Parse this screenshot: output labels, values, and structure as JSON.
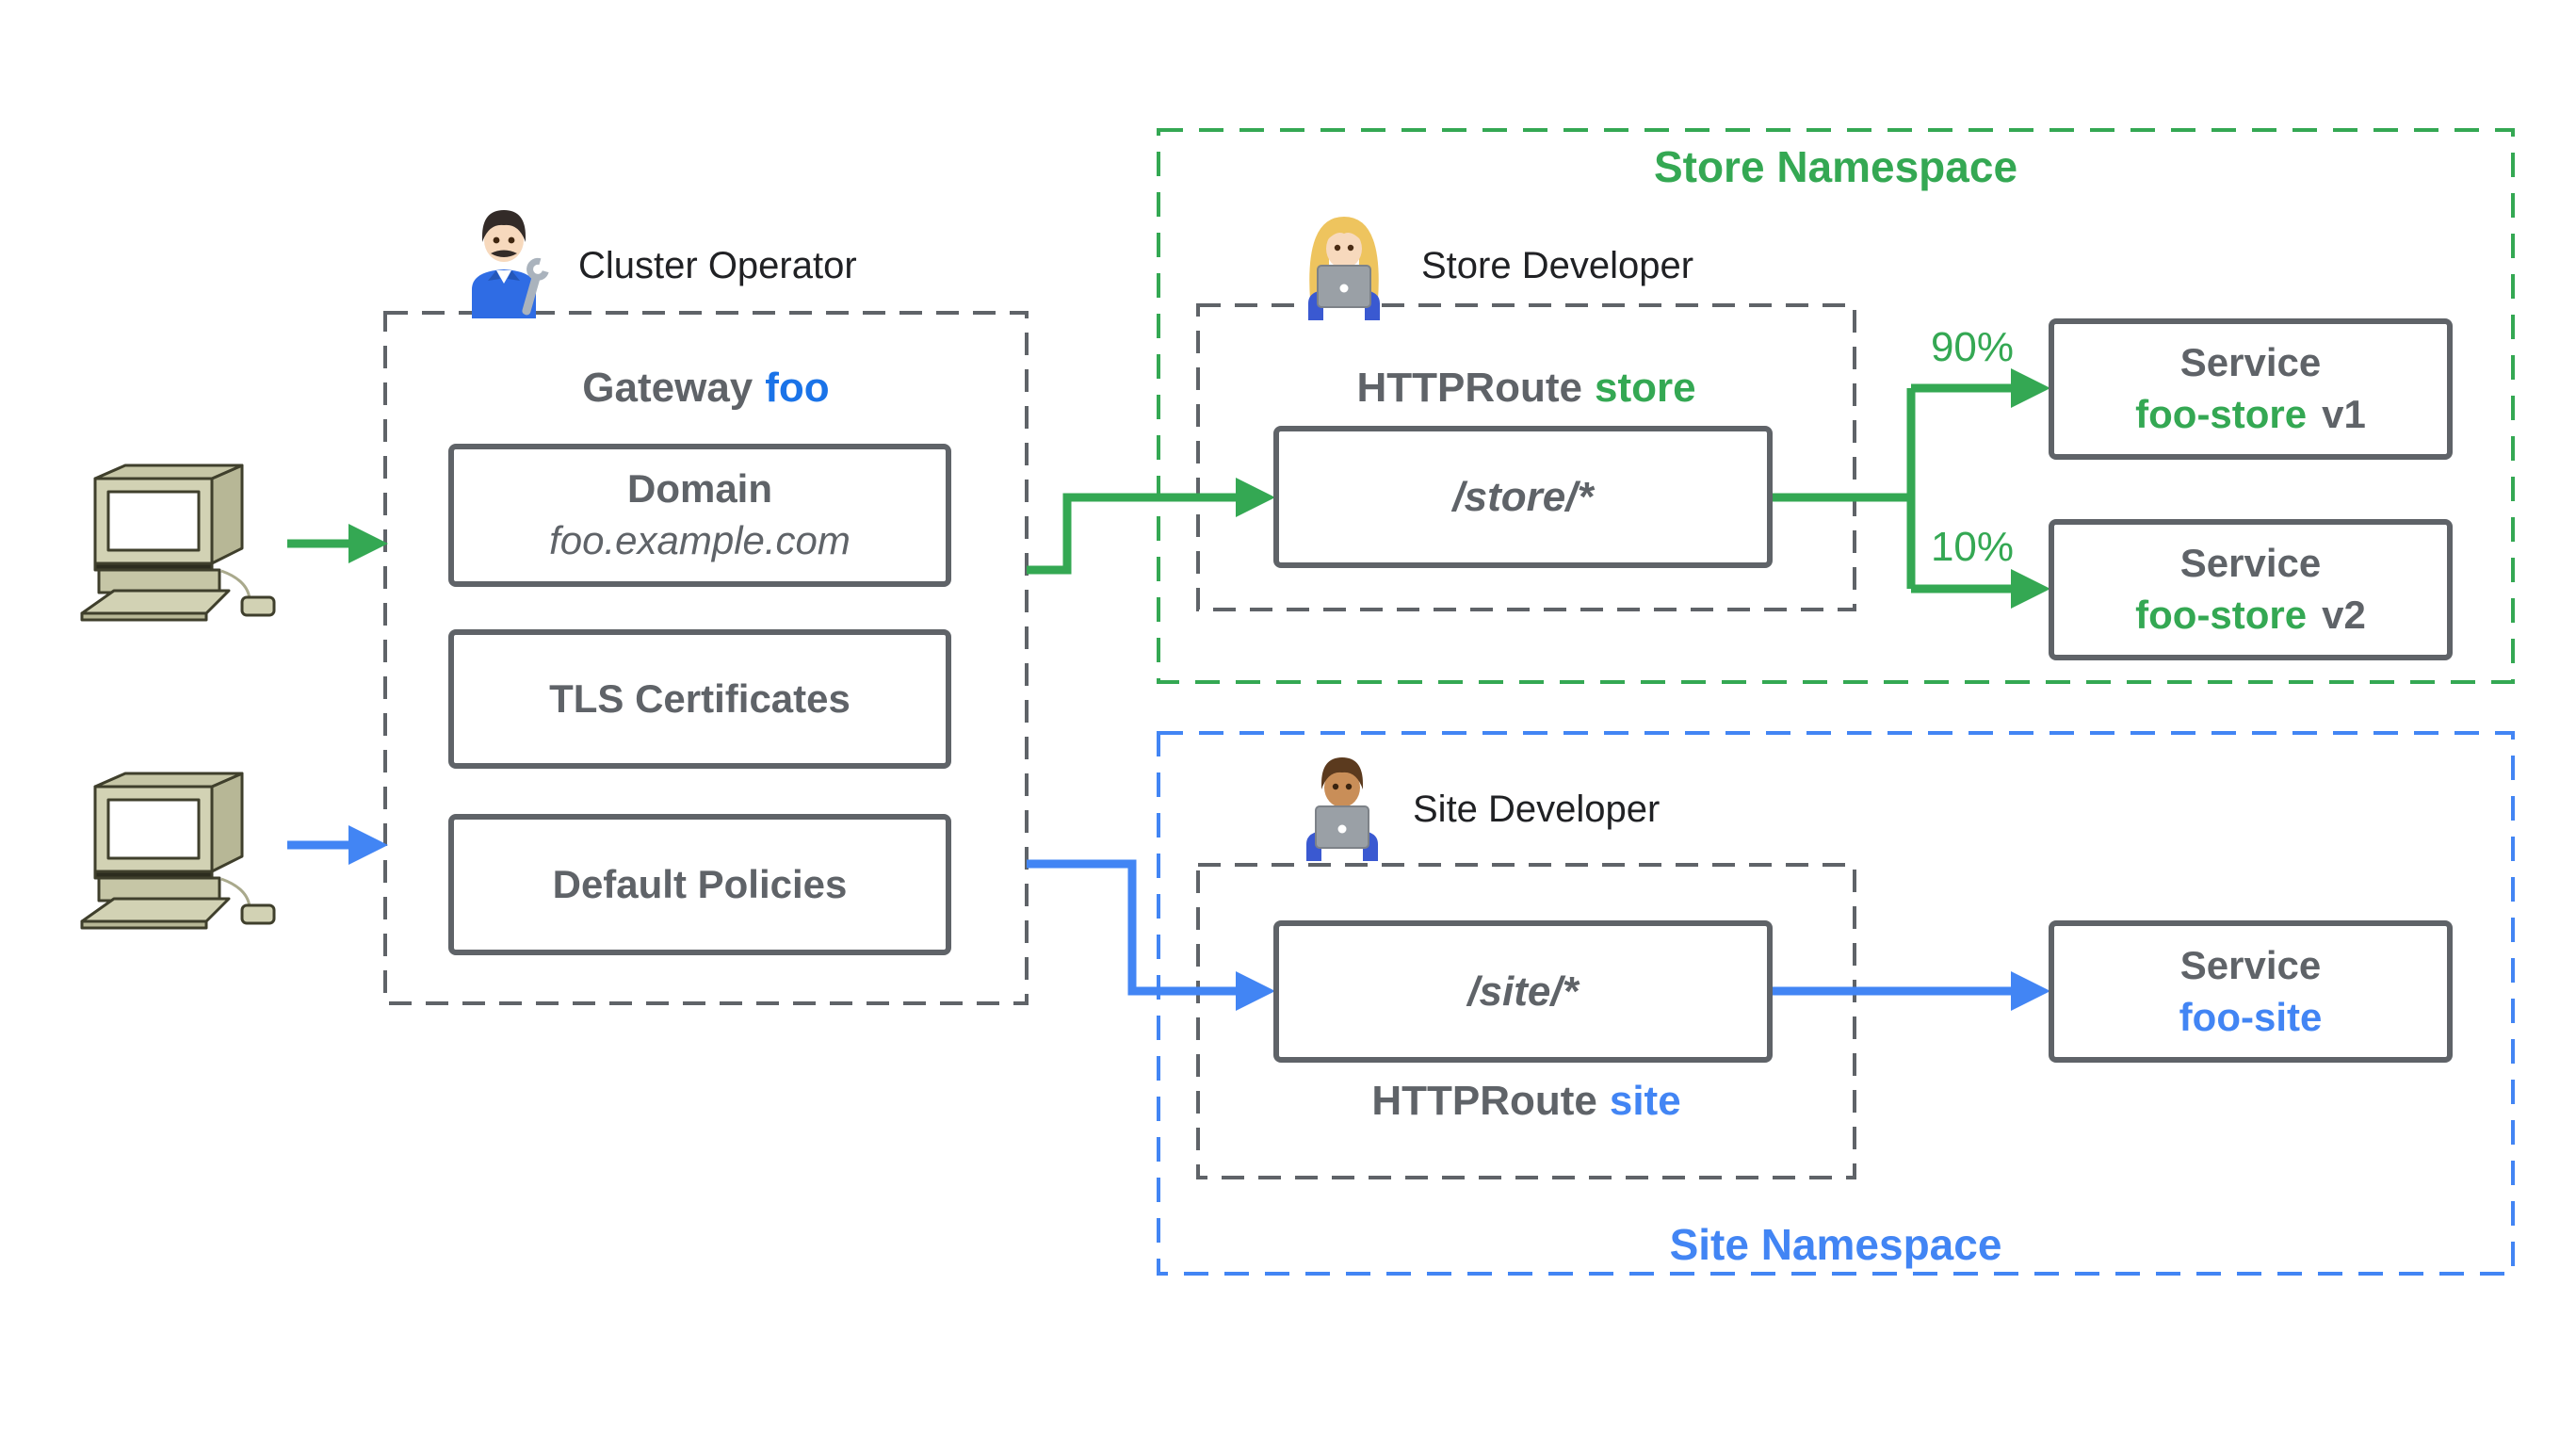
{
  "palette": {
    "green": "#34a853",
    "blue": "#4285f4",
    "link_blue": "#1a73e8",
    "gray": "#5f6368",
    "text_dark": "#202124"
  },
  "actors": {
    "cluster_operator": {
      "label": "Cluster Operator",
      "icon": "man-mechanic-emoji"
    },
    "store_developer": {
      "label": "Store Developer",
      "icon": "woman-technologist-emoji"
    },
    "site_developer": {
      "label": "Site Developer",
      "icon": "man-technologist-emoji"
    },
    "clients": {
      "icon": "desktop-computer"
    }
  },
  "gateway": {
    "title_prefix": "Gateway",
    "title_name": "foo",
    "domain_title": "Domain",
    "domain_value": "foo.example.com",
    "tls_title": "TLS Certificates",
    "policies_title": "Default Policies"
  },
  "store": {
    "namespace_label": "Store Namespace",
    "route_prefix": "HTTPRoute",
    "route_name": "store",
    "route_path": "/store/*",
    "weight_v1": "90%",
    "weight_v2": "10%",
    "service_kind": "Service",
    "service_name": "foo-store",
    "service_v1": "v1",
    "service_v2": "v2"
  },
  "site": {
    "namespace_label": "Site Namespace",
    "route_prefix": "HTTPRoute",
    "route_name": "site",
    "route_path": "/site/*",
    "service_kind": "Service",
    "service_name": "foo-site"
  }
}
